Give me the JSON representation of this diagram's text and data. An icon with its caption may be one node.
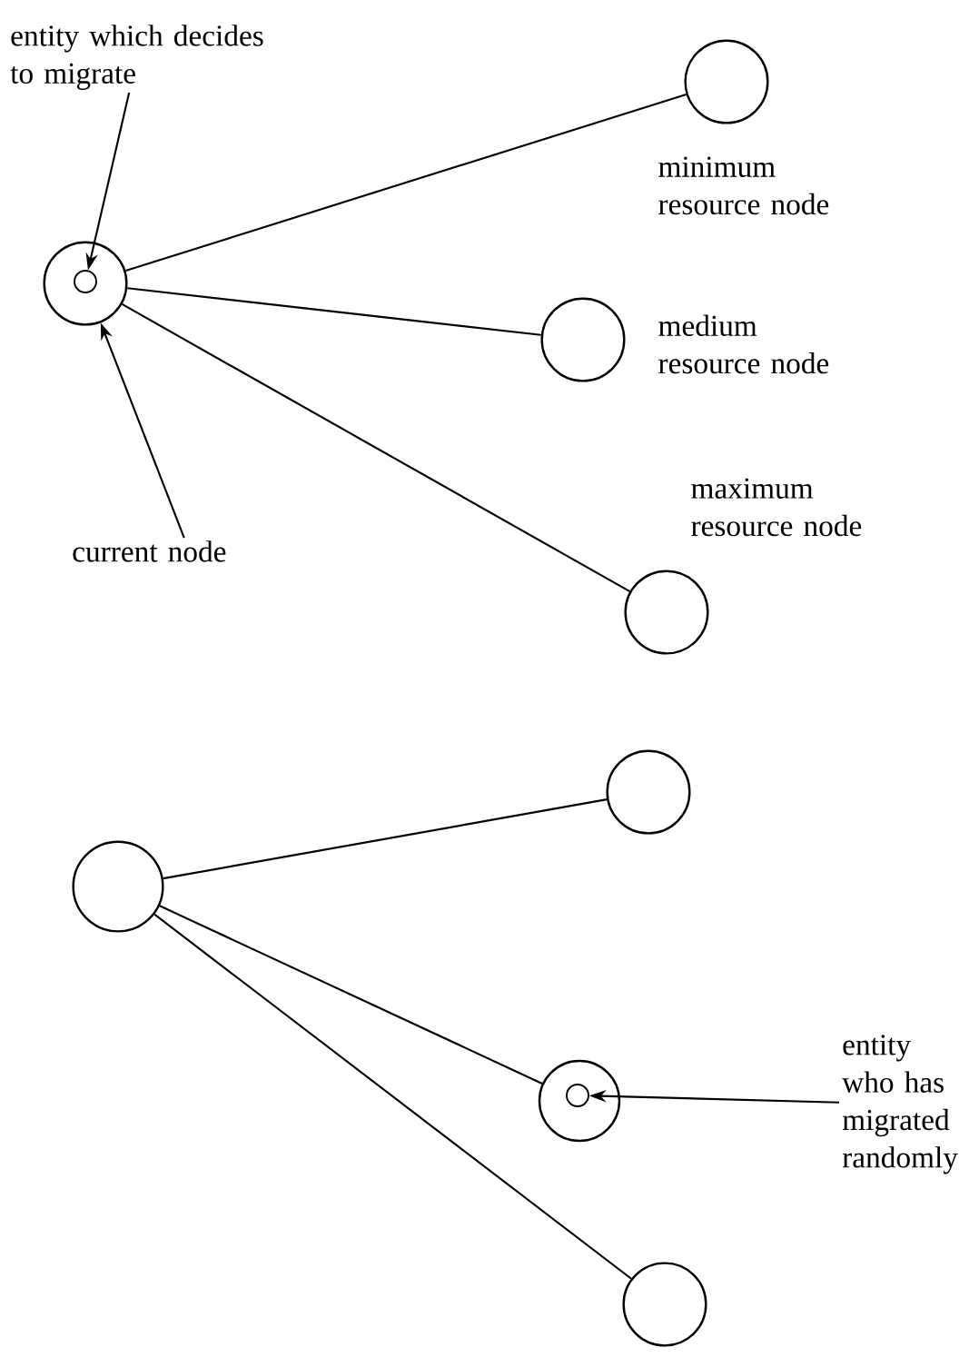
{
  "diagram": {
    "nodes": [
      {
        "text": [],
        "shape": "circle"
      },
      {
        "text": [],
        "shape": "circle",
        "in": 0
      },
      {
        "text": [],
        "shape": "circle",
        "beside": [
          "minimum resource node"
        ]
      },
      {
        "text": [],
        "shape": "circle",
        "beside": [
          "medium resource node"
        ]
      },
      {
        "text": [],
        "shape": "circle",
        "beside": [
          "maximum resource node"
        ]
      },
      {
        "text": [
          "entity which decides to migrate"
        ]
      },
      {
        "text": [
          "current node"
        ]
      },
      {
        "text": [],
        "shape": "circle"
      },
      {
        "text": [],
        "shape": "circle"
      },
      {
        "text": [],
        "shape": "circle"
      },
      {
        "text": [],
        "shape": "circle",
        "in": 9
      },
      {
        "text": [],
        "shape": "circle"
      },
      {
        "text": [
          "entity who has migrated randomly"
        ]
      }
    ],
    "edges": [
      {
        "from": 0,
        "to": 2,
        "arrow": "none"
      },
      {
        "from": 0,
        "to": 3,
        "arrow": "none"
      },
      {
        "from": 0,
        "to": 4,
        "arrow": "none"
      },
      {
        "from": 5,
        "to": 1,
        "arrow": "to"
      },
      {
        "from": 6,
        "to": 0,
        "arrow": "to"
      },
      {
        "from": 7,
        "to": 8,
        "arrow": "none"
      },
      {
        "from": 7,
        "to": 9,
        "arrow": "none"
      },
      {
        "from": 7,
        "to": 11,
        "arrow": "none"
      },
      {
        "from": 12,
        "to": 10,
        "arrow": "to"
      }
    ]
  }
}
